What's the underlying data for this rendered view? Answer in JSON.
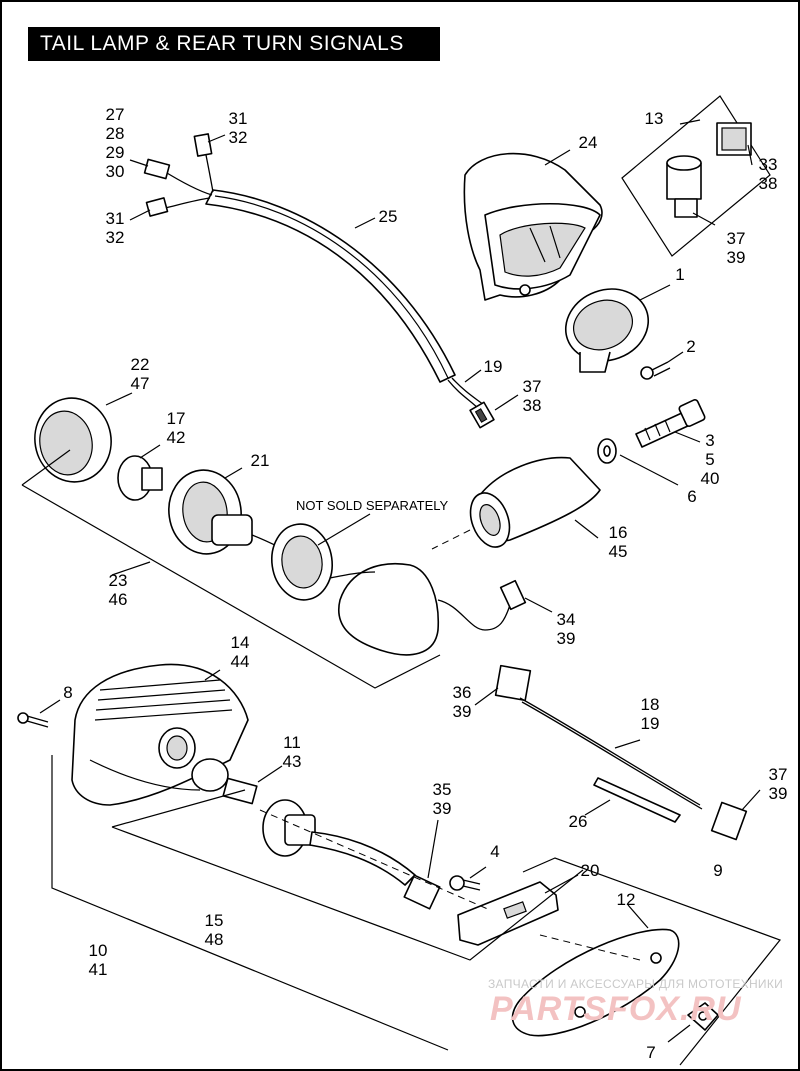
{
  "title": "TAIL LAMP & REAR TURN SIGNALS",
  "note": "NOT SOLD SEPARATELY",
  "watermark": {
    "line1": "ЗАПЧАСТИ И АКСЕССУАРЫ ДЛЯ МОТОТЕХНИКИ",
    "line2": "PARTSFOX.RU"
  },
  "callouts": [
    {
      "id": "c1",
      "lines": [
        "27",
        "28",
        "29",
        "30"
      ]
    },
    {
      "id": "c2",
      "lines": [
        "31",
        "32"
      ]
    },
    {
      "id": "c3",
      "lines": [
        "31",
        "32"
      ]
    },
    {
      "id": "c4",
      "lines": [
        "24"
      ]
    },
    {
      "id": "c5",
      "lines": [
        "13"
      ]
    },
    {
      "id": "c6",
      "lines": [
        "33",
        "38"
      ]
    },
    {
      "id": "c7",
      "lines": [
        "37",
        "39"
      ]
    },
    {
      "id": "c8",
      "lines": [
        "25"
      ]
    },
    {
      "id": "c9",
      "lines": [
        "1"
      ]
    },
    {
      "id": "c10",
      "lines": [
        "2"
      ]
    },
    {
      "id": "c11",
      "lines": [
        "19"
      ]
    },
    {
      "id": "c12",
      "lines": [
        "37",
        "38"
      ]
    },
    {
      "id": "c13",
      "lines": [
        "22",
        "47"
      ]
    },
    {
      "id": "c14",
      "lines": [
        "17",
        "42"
      ]
    },
    {
      "id": "c15",
      "lines": [
        "21"
      ]
    },
    {
      "id": "c16",
      "lines": [
        "3",
        "5",
        "40"
      ]
    },
    {
      "id": "c17",
      "lines": [
        "6"
      ]
    },
    {
      "id": "c18",
      "lines": [
        "16",
        "45"
      ]
    },
    {
      "id": "c19",
      "lines": [
        "23",
        "46"
      ]
    },
    {
      "id": "c20",
      "lines": [
        "34",
        "39"
      ]
    },
    {
      "id": "c21",
      "lines": [
        "14",
        "44"
      ]
    },
    {
      "id": "c22",
      "lines": [
        "8"
      ]
    },
    {
      "id": "c23",
      "lines": [
        "11",
        "43"
      ]
    },
    {
      "id": "c24",
      "lines": [
        "36",
        "39"
      ]
    },
    {
      "id": "c25",
      "lines": [
        "18",
        "19"
      ]
    },
    {
      "id": "c26",
      "lines": [
        "37",
        "39"
      ]
    },
    {
      "id": "c27",
      "lines": [
        "35",
        "39"
      ]
    },
    {
      "id": "c28",
      "lines": [
        "26"
      ]
    },
    {
      "id": "c29",
      "lines": [
        "4"
      ]
    },
    {
      "id": "c30",
      "lines": [
        "20"
      ]
    },
    {
      "id": "c31",
      "lines": [
        "9"
      ]
    },
    {
      "id": "c32",
      "lines": [
        "12"
      ]
    },
    {
      "id": "c33",
      "lines": [
        "15",
        "48"
      ]
    },
    {
      "id": "c34",
      "lines": [
        "10",
        "41"
      ]
    },
    {
      "id": "c35",
      "lines": [
        "7"
      ]
    }
  ]
}
